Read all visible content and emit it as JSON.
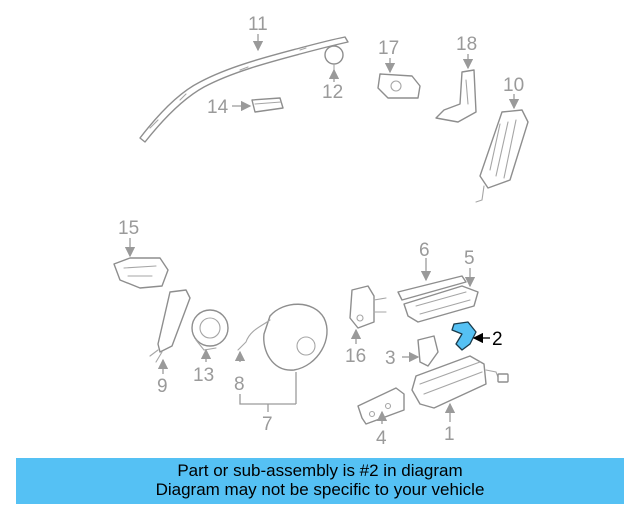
{
  "diagram": {
    "callouts": [
      "11",
      "12",
      "14",
      "17",
      "18",
      "10",
      "15",
      "6",
      "5",
      "2",
      "16",
      "3",
      "9",
      "13",
      "8",
      "7",
      "4",
      "1"
    ],
    "highlight_color": "#55c1f4"
  },
  "banner": {
    "line1": "Part or sub-assembly is #2 in diagram",
    "line2": "Diagram may not be specific to your vehicle",
    "background": "#55c1f4"
  }
}
